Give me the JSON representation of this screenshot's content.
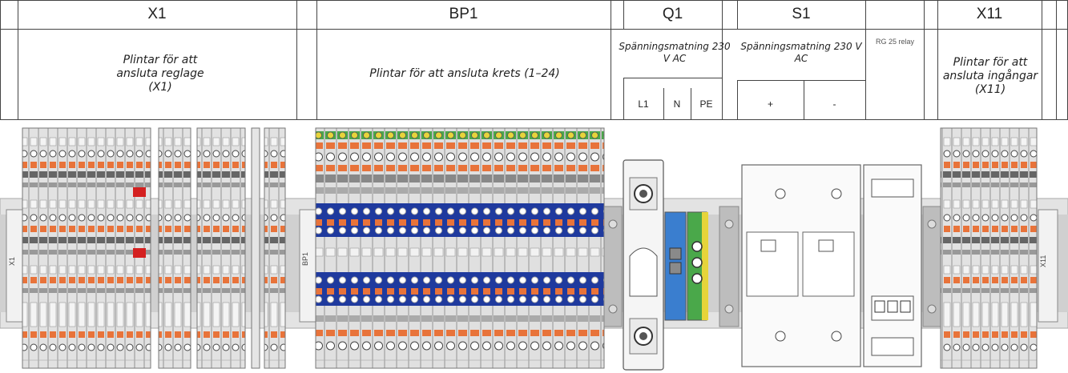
{
  "header": {
    "x1": {
      "tag": "X1",
      "desc": "Plintar för att ansluta reglage (X1)"
    },
    "bp1": {
      "tag": "BP1",
      "desc": "Plintar för att ansluta krets (1–24)"
    },
    "q1": {
      "tag": "Q1",
      "desc": "Spänningsmatning 230 V AC",
      "terminals": [
        "L1",
        "N",
        "PE"
      ]
    },
    "s1": {
      "tag": "S1",
      "desc": "Spänningsmatning 230 V AC",
      "terminals": [
        "+",
        "-"
      ]
    },
    "relay": {
      "desc": "RG 25 relay"
    },
    "x11": {
      "tag": "X11",
      "desc": "Plintar för att ansluta ingångar (X11)"
    }
  },
  "rail_labels": {
    "x1": "X1",
    "bp1": "BP1",
    "x11": "X11"
  },
  "colors": {
    "orange": "#e8733a",
    "blue": "#1f3a9e",
    "green": "#4aa84a",
    "yellow": "#e6d43a",
    "red": "#d42020",
    "grey": "#b9b9b9",
    "dark": "#555555"
  }
}
